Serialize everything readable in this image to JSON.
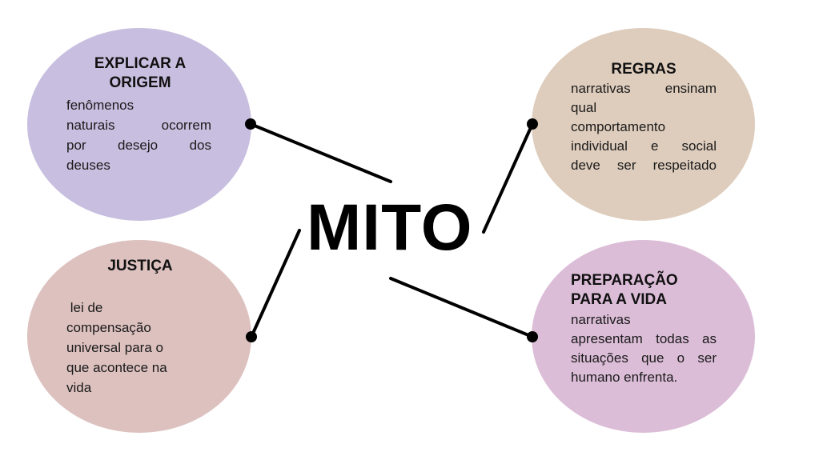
{
  "center": {
    "label": "MITO"
  },
  "colors": {
    "explicar": "#c8bedf",
    "regras": "#decdbd",
    "justica": "#dcc1bf",
    "preparacao": "#dcbdd8",
    "line": "#000000"
  },
  "nodes": {
    "explicar": {
      "title_lines": [
        "EXPLICAR A",
        "ORIGEM"
      ],
      "body_lines": [
        "fenômenos",
        "naturais ocorrem",
        "por desejo dos",
        "deuses"
      ]
    },
    "regras": {
      "title_lines": [
        "REGRAS"
      ],
      "body_lines": [
        "narrativas ensinam",
        "qual",
        "comportamento",
        "individual e social",
        "deve ser respeitado"
      ]
    },
    "justica": {
      "title_lines": [
        "JUSTIÇA"
      ],
      "body_lines": [
        " lei de",
        "compensação",
        "universal para o",
        "que acontece na",
        "vida"
      ]
    },
    "preparacao": {
      "title_lines": [
        "PREPARAÇÃO",
        "PARA A VIDA"
      ],
      "body_lines": [
        "narrativas",
        "apresentam todas as",
        "situações que o ser",
        "humano enfrenta."
      ]
    }
  }
}
